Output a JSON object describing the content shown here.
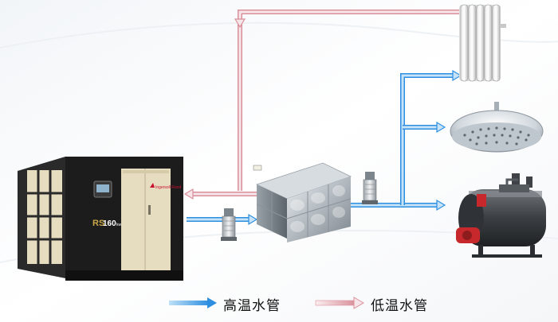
{
  "compressor": {
    "model_label": "RS",
    "model_number": "160",
    "model_suffix": "kw",
    "brand": "Ingersoll Rand"
  },
  "legend": {
    "high_temp_label": "高温水管",
    "low_temp_label": "低温水管"
  },
  "colors": {
    "high_temp_pipe": "#2e8fe0",
    "high_temp_pipe_light": "#c7e3f7",
    "low_temp_pipe": "#d98f9a",
    "low_temp_pipe_light": "#f4dce0",
    "compressor_dark": "#1c1c1c",
    "compressor_beige": "#e6dcc0",
    "brand_red": "#c8102e",
    "boiler_red": "#c6282b"
  },
  "components": {
    "heat_source": "air-compressor",
    "storage": "stainless-water-tank",
    "pumps": [
      "inlet-pump",
      "outlet-pump"
    ],
    "loads": [
      "radiator",
      "shower-head",
      "boiler"
    ]
  }
}
